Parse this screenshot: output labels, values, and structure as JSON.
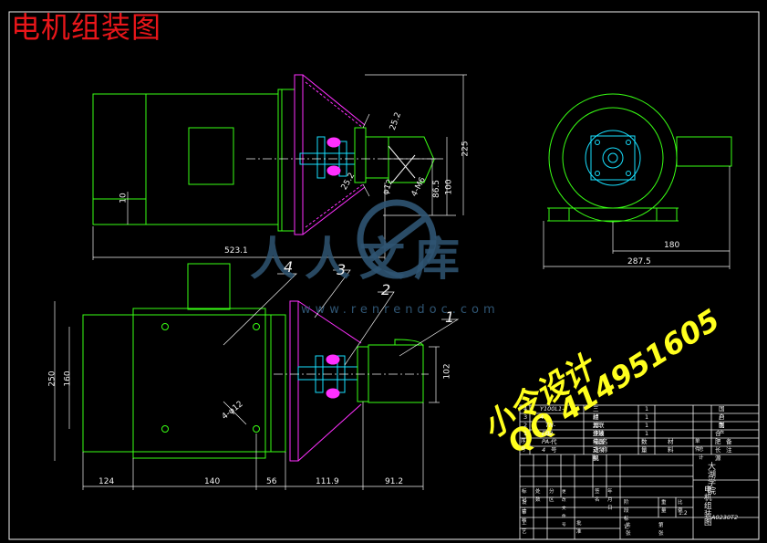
{
  "title": "电机组装图",
  "watermark": {
    "brand": "人人文库",
    "url": "www.renrendoc.com"
  },
  "handwritten": {
    "line1": "小令设计",
    "line2": "QQ 414951605"
  },
  "colors": {
    "green": "#39ff14",
    "cyan": "#18e0ff",
    "magenta": "#ff30ff",
    "white": "#f0f0f0",
    "red": "#e8161a",
    "yellow": "#ffff1e",
    "watermark": "#2f5573"
  },
  "dimensions": {
    "front_length": "523.1",
    "front_10": "10",
    "front_252_top": "25.2",
    "front_252_bottom": "25.2",
    "front_ang": "4-M6",
    "front_phi12": "φ12",
    "front_865": "86.5",
    "front_100": "100",
    "front_225": "225",
    "side_180": "180",
    "side_2875": "287.5",
    "plan_250": "250",
    "plan_160": "160",
    "plan_102": "102",
    "plan_bolt": "4-φ12",
    "plan_124": "124",
    "plan_140": "140",
    "plan_56": "56",
    "plan_1119": "111.9",
    "plan_912": "91.2"
  },
  "balloons": [
    "4",
    "3",
    "2",
    "1"
  ],
  "bom": {
    "rows": [
      {
        "no": "4",
        "code": "Y100L1-4",
        "name": "三相异步电动机",
        "qty": "1",
        "remark": "国产"
      },
      {
        "no": "3",
        "code": "",
        "name": "过渡连接支架",
        "qty": "1",
        "remark": "自制"
      },
      {
        "no": "2",
        "code": "TN-02",
        "name": "联轴器",
        "qty": "1",
        "remark": "国产"
      },
      {
        "no": "1",
        "code": "EG-PA-4",
        "name": "液压泵",
        "qty": "1",
        "remark": "合肥长源"
      }
    ],
    "header": [
      "序号",
      "代号",
      "名称",
      "数量",
      "材料",
      "单件",
      "总计",
      "备注"
    ],
    "school": "大湖学院",
    "drawing_title": "电机组装图",
    "drawing_no": "A0230T2",
    "sign_labels": [
      "标记",
      "处数",
      "分区",
      "更改文件号",
      "签名",
      "年月日"
    ],
    "role_labels": [
      "设计",
      "审核",
      "工艺",
      "批准"
    ],
    "stage_labels": [
      "阶段标记",
      "重量",
      "比例"
    ],
    "scale": "1:2",
    "sheet_label": "共 张",
    "page_label": "第 张"
  }
}
